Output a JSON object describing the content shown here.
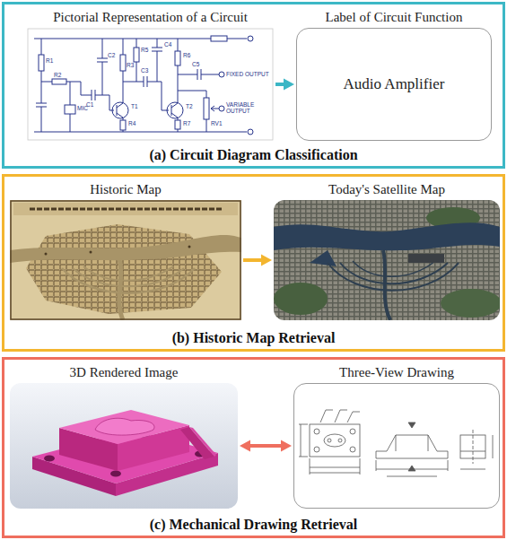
{
  "diagram": {
    "nodes": [
      {
        "text": [
          "(a) Circuit Diagram Classification"
        ]
      },
      {
        "text": [
          "Pictorial Representation of a Circuit"
        ],
        "in": 0
      },
      {
        "text": [
          "Label of Circuit Function",
          "Audio Amplifier"
        ],
        "in": 0
      },
      {
        "text": [
          "(b) Historic Map Retrieval"
        ]
      },
      {
        "text": [
          "Historic Map"
        ],
        "in": 3
      },
      {
        "text": [
          "Today's Satellite Map"
        ],
        "in": 3
      },
      {
        "text": [
          "(c) Mechanical Drawing Retrieval"
        ]
      },
      {
        "text": [
          "3D Rendered Image"
        ],
        "in": 6
      },
      {
        "text": [
          "Three-View Drawing"
        ],
        "in": 6
      }
    ],
    "edges": [
      {
        "from": 1,
        "to": 2,
        "arrow": "to"
      },
      {
        "from": 4,
        "to": 5,
        "arrow": "to"
      },
      {
        "from": 7,
        "to": 8,
        "arrow": "both"
      }
    ],
    "labels": [
      "R1",
      "R2",
      "MIC",
      "C1",
      "C2",
      "R3",
      "T1",
      "R4",
      "R5",
      "C4",
      "C3",
      "R6",
      "T2",
      "R7",
      "C5",
      "RV1",
      "FIXED OUTPUT",
      "VARIABLE OUTPUT"
    ]
  }
}
